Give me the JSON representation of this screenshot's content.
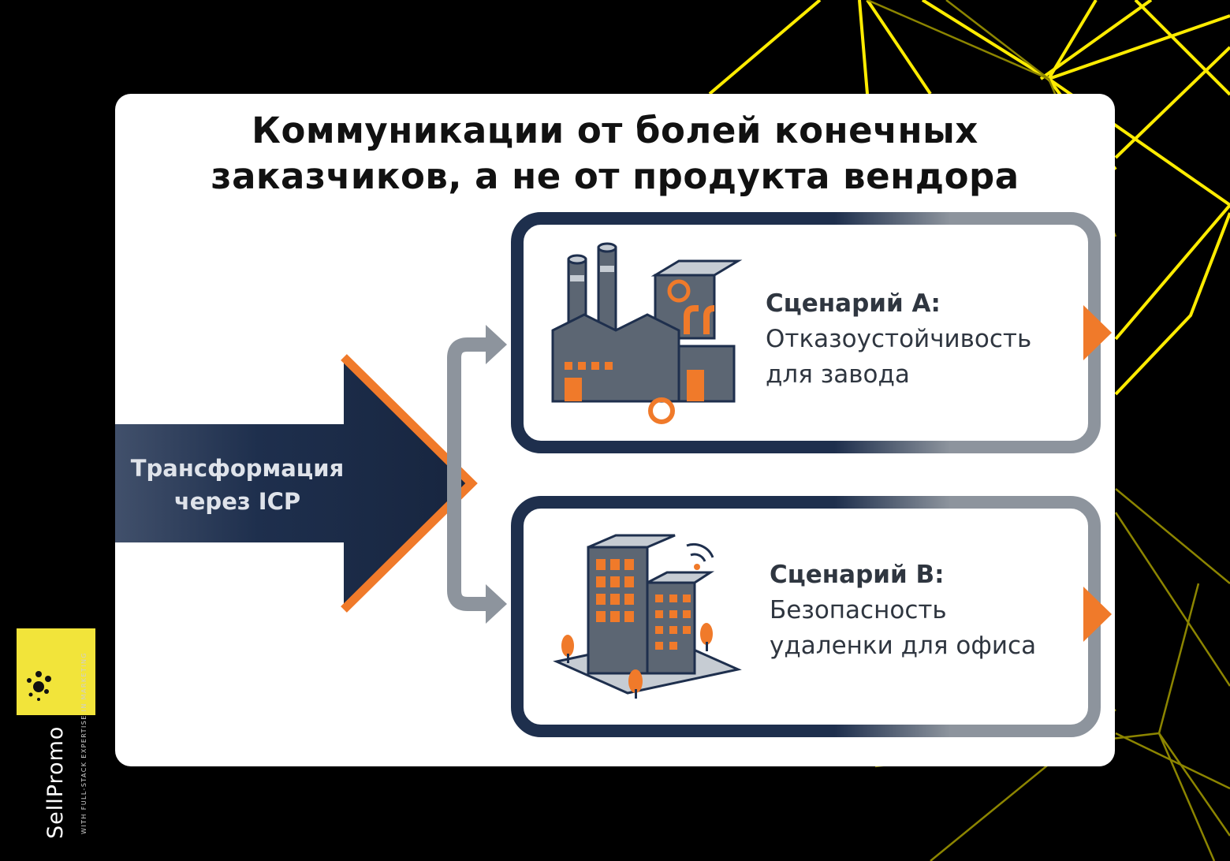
{
  "slide": {
    "title_line1": "Коммуникации от болей конечных",
    "title_line2": "заказчиков, а не от продукта вендора"
  },
  "diagram": {
    "transform_line1": "Трансформация",
    "transform_line2": "через ICP",
    "scenario_a": {
      "title": "Сценарий А:",
      "line1": "Отказоустойчивость",
      "line2": "для завода",
      "icon": "factory-icon"
    },
    "scenario_b": {
      "title": "Сценарий В:",
      "line1": "Безопасность",
      "line2": "удаленки для офиса",
      "icon": "office-building-icon"
    }
  },
  "branding": {
    "name": "SellPromo",
    "tagline": "WITH FULL-STACK EXPERTISE IN MARKETING"
  },
  "colors": {
    "background": "#000000",
    "accent_yellow": "#f2e43a",
    "navy": "#1e2f4d",
    "orange": "#f07a2a",
    "gray": "#8d949d"
  }
}
